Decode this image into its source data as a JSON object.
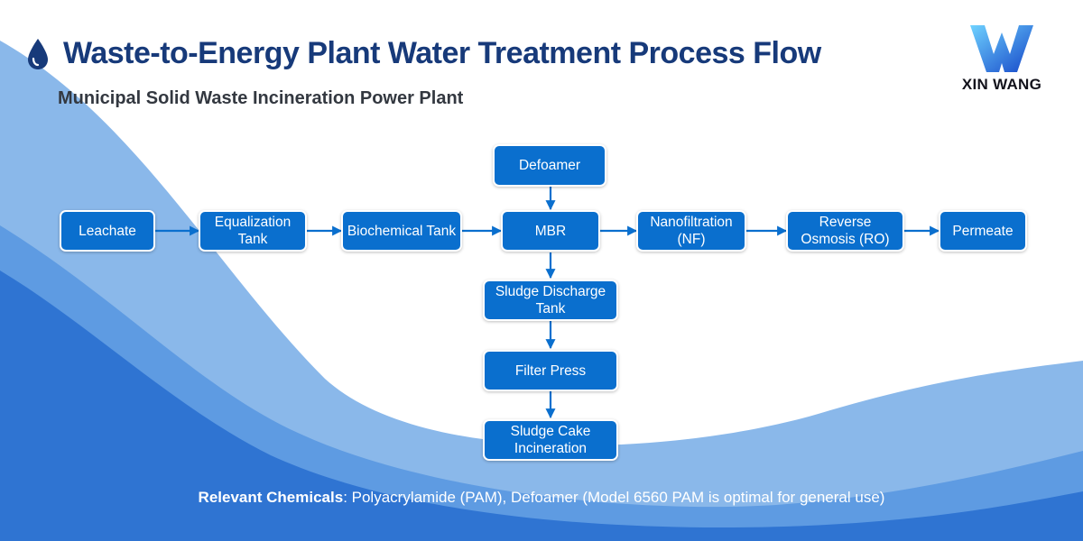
{
  "header": {
    "title": "Waste-to-Energy Plant Water Treatment Process Flow",
    "subtitle": "Municipal Solid Waste Incineration Power Plant"
  },
  "logo": {
    "mark": "W",
    "text": "XIN WANG"
  },
  "icons": {
    "title_icon": "water-drop-icon"
  },
  "colors": {
    "title": "#173a7a",
    "node_fill": "#0a6fce",
    "arrow": "#0a6fce",
    "wave_light": "#8ab8ea",
    "wave_dark": "#3a7fd8"
  },
  "nodes": {
    "leachate": "Leachate",
    "equalization": "Equalization Tank",
    "biochemical": "Biochemical Tank",
    "defoamer": "Defoamer",
    "mbr": "MBR",
    "nanofiltration": "Nanofiltration (NF)",
    "reverse_osmosis": "Reverse Osmosis (RO)",
    "permeate": "Permeate",
    "sludge_tank": "Sludge Discharge Tank",
    "filter_press": "Filter Press",
    "sludge_cake": "Sludge Cake Incineration"
  },
  "footer": {
    "label": "Relevant Chemicals",
    "text": ": Polyacrylamide (PAM), Defoamer (Model 6560 PAM is optimal for general use)"
  }
}
